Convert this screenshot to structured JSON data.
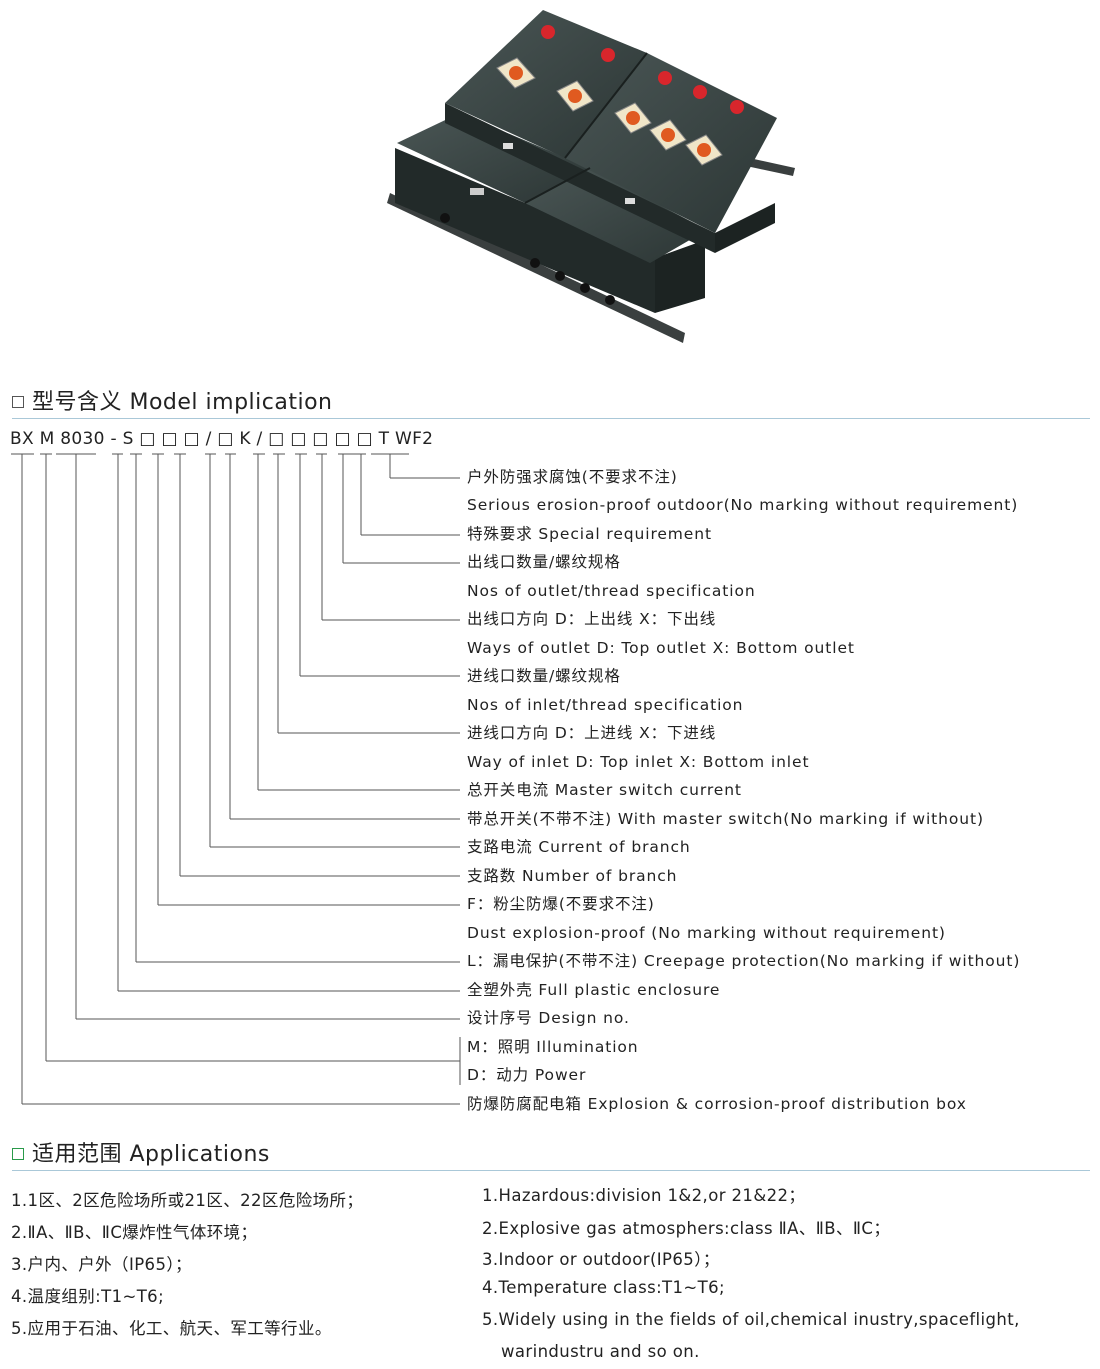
{
  "sections": {
    "model": "型号含义 Model implication",
    "applications": "适用范围 Applications"
  },
  "model_code": "BX M 8030 - S □ □ □ / □ K / □ □ □ □ □ T WF2",
  "descriptions": [
    "户外防强求腐蚀(不要求不注)",
    "Serious erosion-proof outdoor(No marking without requirement)",
    "特殊要求  Special requirement",
    "出线口数量/螺纹规格",
    "Nos of outlet/thread specification",
    "出线口方向  D：上出线    X：下出线",
    "Ways of outlet D: Top outlet    X: Bottom outlet",
    "进线口数量/螺纹规格",
    "Nos of inlet/thread specification",
    "进线口方向  D：上进线    X：下进线",
    "Way of inlet  D: Top inlet    X: Bottom inlet",
    "总开关电流  Master switch current",
    "带总开关(不带不注)  With master switch(No marking if without)",
    "支路电流  Current of branch",
    "支路数  Number of branch",
    "F：粉尘防爆(不要求不注)",
    "Dust explosion-proof (No marking without requirement)",
    "L：漏电保护(不带不注)  Creepage protection(No marking if without)",
    "全塑外壳  Full plastic enclosure",
    "设计序号  Design no.",
    "M：照明  Illumination",
    "D：动力  Power",
    "防爆防腐配电箱  Explosion & corrosion-proof distribution box"
  ],
  "applications_cn": [
    "1.1区、2区危险场所或21区、22区危险场所；",
    "2.ⅡA、ⅡB、ⅡC爆炸性气体环境；",
    "3.户内、户外（IP65）；",
    "4.温度组别:T1~T6;",
    "5.应用于石油、化工、航天、军工等行业。"
  ],
  "applications_en": [
    "1.Hazardous:division 1&2,or 21&22；",
    "2.Explosive gas atmosphers:class ⅡA、ⅡB、ⅡC；",
    "3.Indoor or outdoor(IP65）；",
    "4.Temperature class:T1~T6;",
    "5.Widely using in the fields of oil,chemical inustry,spaceflight,",
    "warindustru and so on."
  ],
  "colors": {
    "enclosure": "#33403f",
    "indicator": "#d8262c",
    "switch_plate": "#f0e6c8",
    "switch_handle": "#e05a20",
    "rule": "#aac8d8"
  }
}
